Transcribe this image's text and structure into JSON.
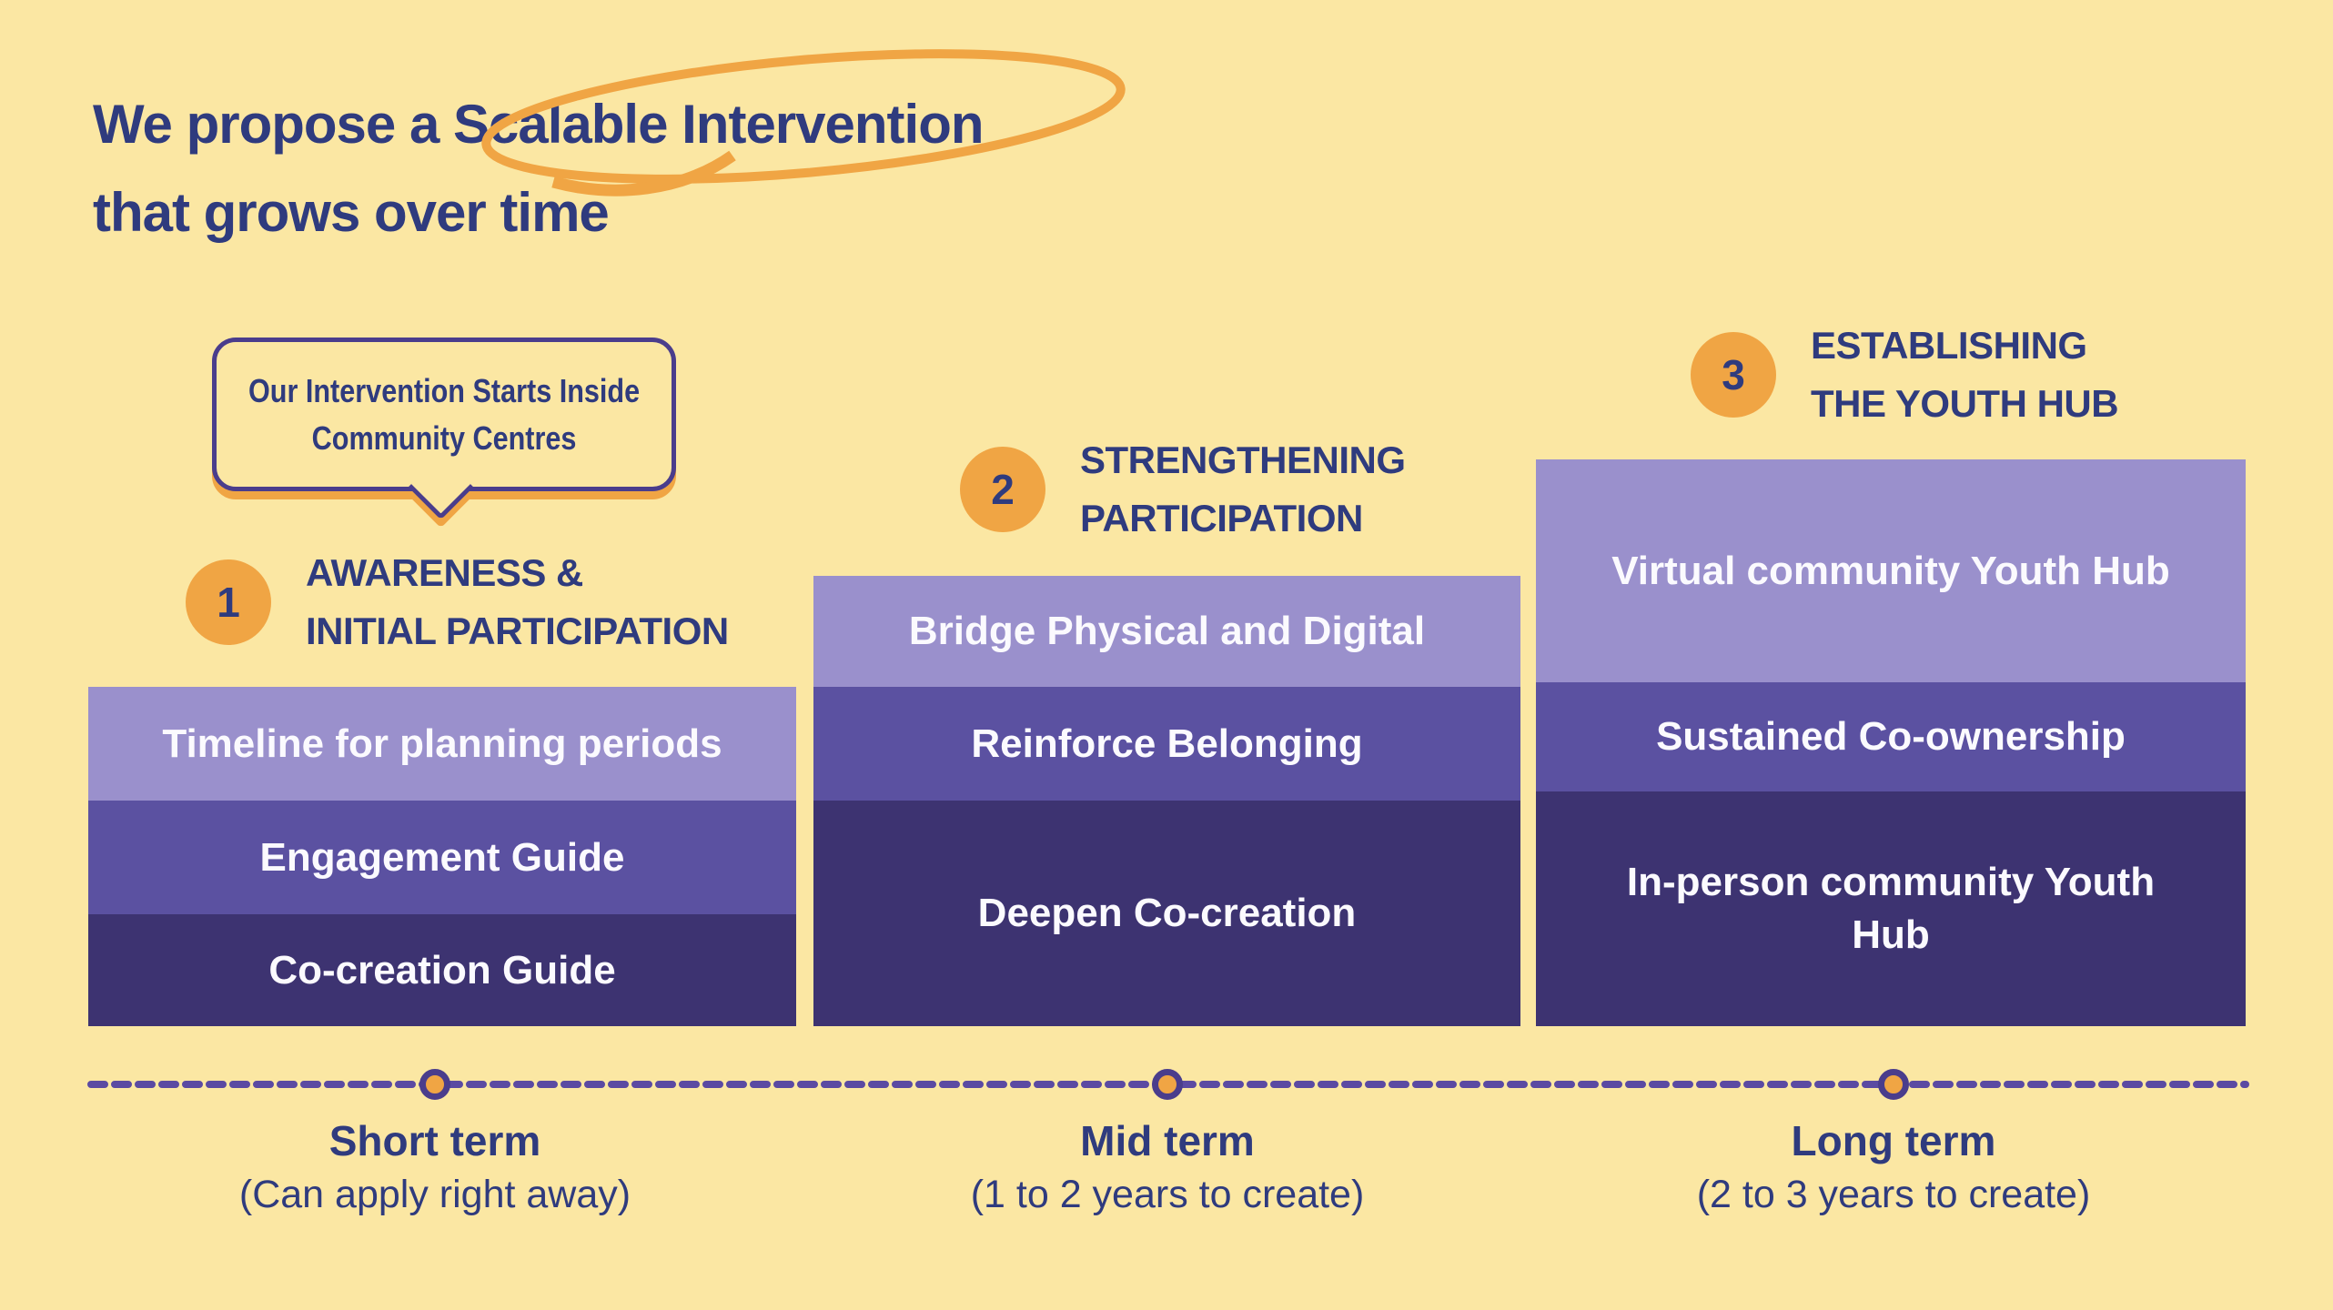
{
  "colors": {
    "background": "#FBE7A3",
    "navy_text": "#2F3B7E",
    "orange_accent": "#F0A544",
    "purple_border": "#4A3D8C",
    "dash_line": "#5B4AA2",
    "bar_light": "#9A90CC",
    "bar_medium": "#5B51A1",
    "bar_dark": "#3D3371",
    "bar_text": "#FBFAFE"
  },
  "title": {
    "line1": "We propose a Scalable Intervention",
    "line2": "that grows over time"
  },
  "callout": {
    "line1": "Our Intervention Starts Inside",
    "line2": "Community Centres"
  },
  "phases": [
    {
      "number": "1",
      "heading_line1": "AWARENESS &",
      "heading_line2": "INITIAL PARTICIPATION",
      "segments": [
        {
          "label": "Timeline for planning periods",
          "tone": "light"
        },
        {
          "label": "Engagement Guide",
          "tone": "medium"
        },
        {
          "label": "Co-creation Guide",
          "tone": "dark"
        }
      ],
      "term": {
        "label": "Short term",
        "note": "(Can apply right away)"
      }
    },
    {
      "number": "2",
      "heading_line1": "STRENGTHENING",
      "heading_line2": "PARTICIPATION",
      "segments": [
        {
          "label": "Bridge Physical and Digital",
          "tone": "light"
        },
        {
          "label": "Reinforce Belonging",
          "tone": "medium"
        },
        {
          "label": "Deepen Co-creation",
          "tone": "dark"
        }
      ],
      "term": {
        "label": "Mid term",
        "note": "(1 to 2 years to create)"
      }
    },
    {
      "number": "3",
      "heading_line1": "ESTABLISHING",
      "heading_line2": "THE YOUTH HUB",
      "segments": [
        {
          "label": "Virtual community Youth Hub",
          "tone": "light"
        },
        {
          "label": "Sustained Co-ownership",
          "tone": "medium"
        },
        {
          "label": "In-person community Youth Hub",
          "tone": "dark"
        }
      ],
      "term": {
        "label": "Long term",
        "note": "(2 to 3 years to create)"
      }
    }
  ]
}
